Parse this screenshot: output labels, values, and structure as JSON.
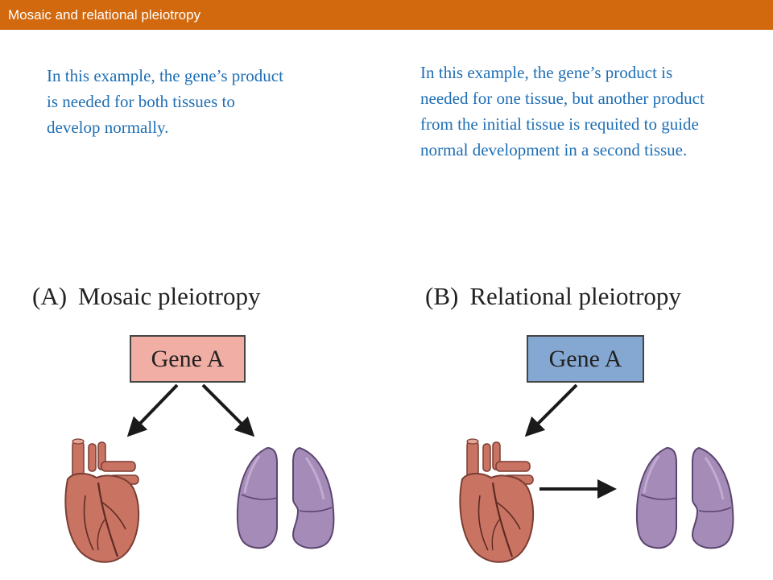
{
  "header": {
    "title": "Mosaic and relational pleiotropy",
    "color": "#d2690e"
  },
  "notes": {
    "left": "In this example, the gene’s product is needed for both tissues to develop normally.",
    "right": "In this example, the gene’s product is needed for one tissue, but another product from the initial tissue is requited to guide normal development in a second tissue.",
    "text_color": "#1f6fb5"
  },
  "panels": {
    "a": {
      "letter": "(A)",
      "title": "Mosaic pleiotropy",
      "gene_label": "Gene A",
      "box_color": "#f1aea4"
    },
    "b": {
      "letter": "(B)",
      "title": "Relational pleiotropy",
      "gene_label": "Gene A",
      "box_color": "#85a8d2"
    }
  },
  "icons": [
    "heart-icon",
    "lungs-icon",
    "arrow-icon"
  ],
  "colors": {
    "heart": "#c97363",
    "lung": "#a58cb8"
  }
}
